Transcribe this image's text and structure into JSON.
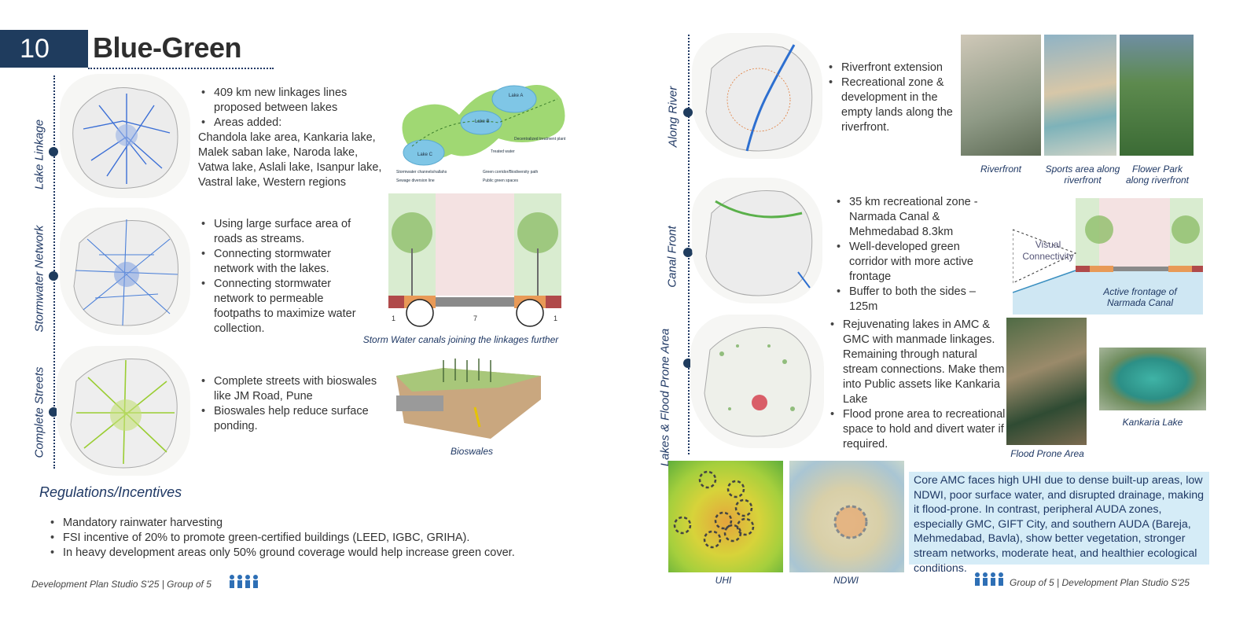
{
  "header": {
    "page_number": "10",
    "title": "Blue-Green"
  },
  "sections_left": {
    "lake_linkage": {
      "label": "Lake Linkage",
      "bullets": [
        "409 km new linkages lines proposed between lakes",
        "Areas added:"
      ],
      "areas": "Chandola lake area, Kankaria lake, Malek saban lake, Naroda lake, Vatwa lake, Aslali lake, Isanpur lake, Vastral lake, Western regions",
      "diagram_labels": {
        "lake_a": "Lake A",
        "lake_b": "Lake B",
        "lake_c": "Lake C",
        "plant": "Decentralized treatment plant",
        "treated": "Treated water",
        "legend_1": "Stormwater channels/nallahs",
        "legend_2": "Green corridor/Biodiversity path",
        "legend_3": "Sewage diversion line",
        "legend_4": "Public green spaces"
      }
    },
    "stormwater": {
      "label": "Stormwater Network",
      "bullets": [
        "Using large surface area of roads as streams.",
        "Connecting stormwater network with the lakes.",
        "Connecting stormwater network to permeable footpaths to maximize water collection."
      ],
      "dims": [
        "1",
        "7",
        "1"
      ],
      "caption": "Storm Water canals joining the linkages further"
    },
    "complete_streets": {
      "label": "Complete Streets",
      "bullets": [
        "Complete streets with bioswales like JM Road, Pune",
        "Bioswales help reduce surface ponding."
      ],
      "caption": "Bioswales"
    }
  },
  "regulations": {
    "heading": "Regulations/Incentives",
    "items": [
      "Mandatory rainwater harvesting",
      "FSI incentive of 20% to promote green-certified buildings (LEED, IGBC, GRIHA).",
      "In heavy development areas only 50% ground coverage would help increase green cover."
    ]
  },
  "sections_right": {
    "along_river": {
      "label": "Along River",
      "bullets": [
        "Riverfront extension",
        "Recreational zone & development in the empty lands along the riverfront."
      ],
      "photos": [
        "Riverfront",
        "Sports area along riverfront",
        "Flower Park along riverfront"
      ]
    },
    "canal_front": {
      "label": "Canal Front",
      "bullets": [
        "35 km recreational zone - Narmada Canal & Mehmedabad 8.3km",
        "Well-developed green corridor with more active frontage",
        "Buffer to both the sides – 125m"
      ],
      "diagram_label": "Visual Connectivity",
      "caption": "Active frontage of Narmada Canal"
    },
    "lakes_flood": {
      "label": "Lakes & Flood Prone Area",
      "bullets": [
        "Rejuvenating lakes in AMC & GMC with manmade linkages. Remaining through natural stream connections. Make them into Public assets like Kankaria Lake",
        "Flood prone area to recreational space to hold and divert water if required."
      ],
      "captions": [
        "Flood Prone Area",
        "Kankaria Lake"
      ]
    },
    "uhi": {
      "map_captions": [
        "UHI",
        "NDWI"
      ],
      "text": "Core AMC faces high UHI due to dense built-up areas, low NDWI, poor surface water, and disrupted drainage, making it flood-prone. In contrast, peripheral AUDA zones, especially GMC, GIFT City, and southern AUDA (Bareja, Mehmedabad, Bavla), show better vegetation, stronger stream networks, moderate heat, and healthier ecological conditions."
    }
  },
  "footer": {
    "left": "Development Plan Studio S'25 | Group of 5",
    "right": "Group of 5 | Development Plan Studio S'25"
  },
  "colors": {
    "navy": "#1f3c5e",
    "accent_blue": "#1f3864",
    "info_box": "#d5ecf7"
  }
}
